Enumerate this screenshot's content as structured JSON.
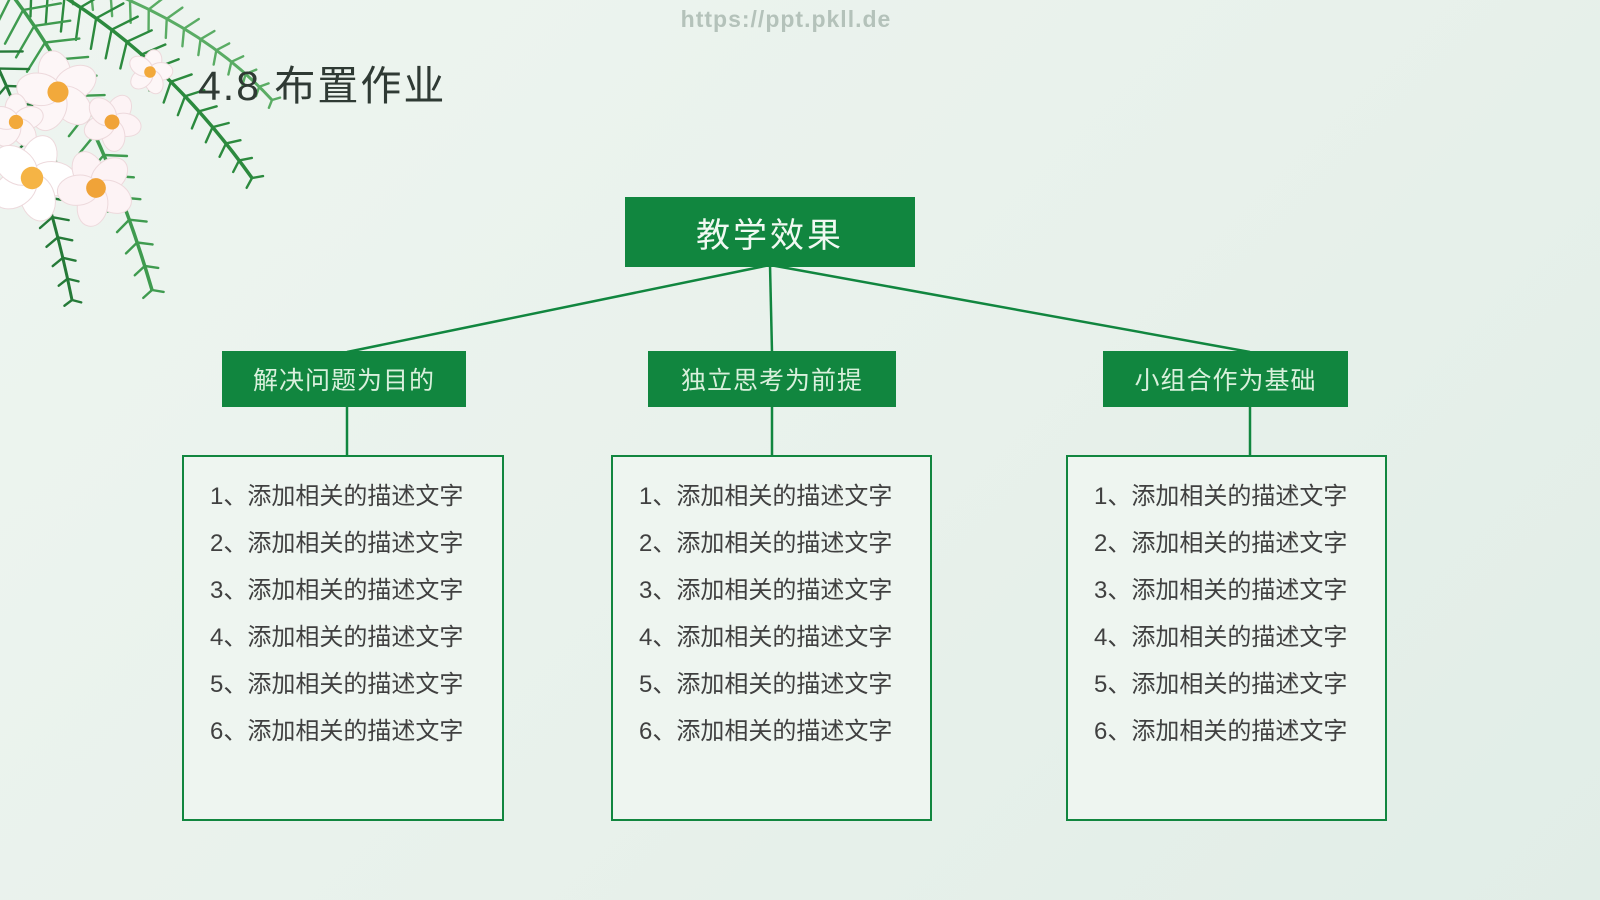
{
  "watermark": "https://ppt.pkll.de",
  "page_title": "4.8 布置作业",
  "diagram": {
    "root_label": "教学效果",
    "branches": [
      {
        "label": "解决问题为目的",
        "items": [
          "1、添加相关的描述文字",
          "2、添加相关的描述文字",
          "3、添加相关的描述文字",
          "4、添加相关的描述文字",
          "5、添加相关的描述文字",
          "6、添加相关的描述文字"
        ]
      },
      {
        "label": "独立思考为前提",
        "items": [
          "1、添加相关的描述文字",
          "2、添加相关的描述文字",
          "3、添加相关的描述文字",
          "4、添加相关的描述文字",
          "5、添加相关的描述文字",
          "6、添加相关的描述文字"
        ]
      },
      {
        "label": "小组合作为基础",
        "items": [
          "1、添加相关的描述文字",
          "2、添加相关的描述文字",
          "3、添加相关的描述文字",
          "4、添加相关的描述文字",
          "5、添加相关的描述文字",
          "6、添加相关的描述文字"
        ]
      }
    ]
  },
  "colors": {
    "accent_green": "#11863f",
    "page_bg": "#e8f1eb",
    "panel_bg": "#eef5f0",
    "label_text": "#d9f0dc",
    "top_box_text": "#f0f9f2",
    "list_text": "#404040",
    "title_text": "#2f3a34",
    "watermark_text": "#b4c2ba"
  }
}
